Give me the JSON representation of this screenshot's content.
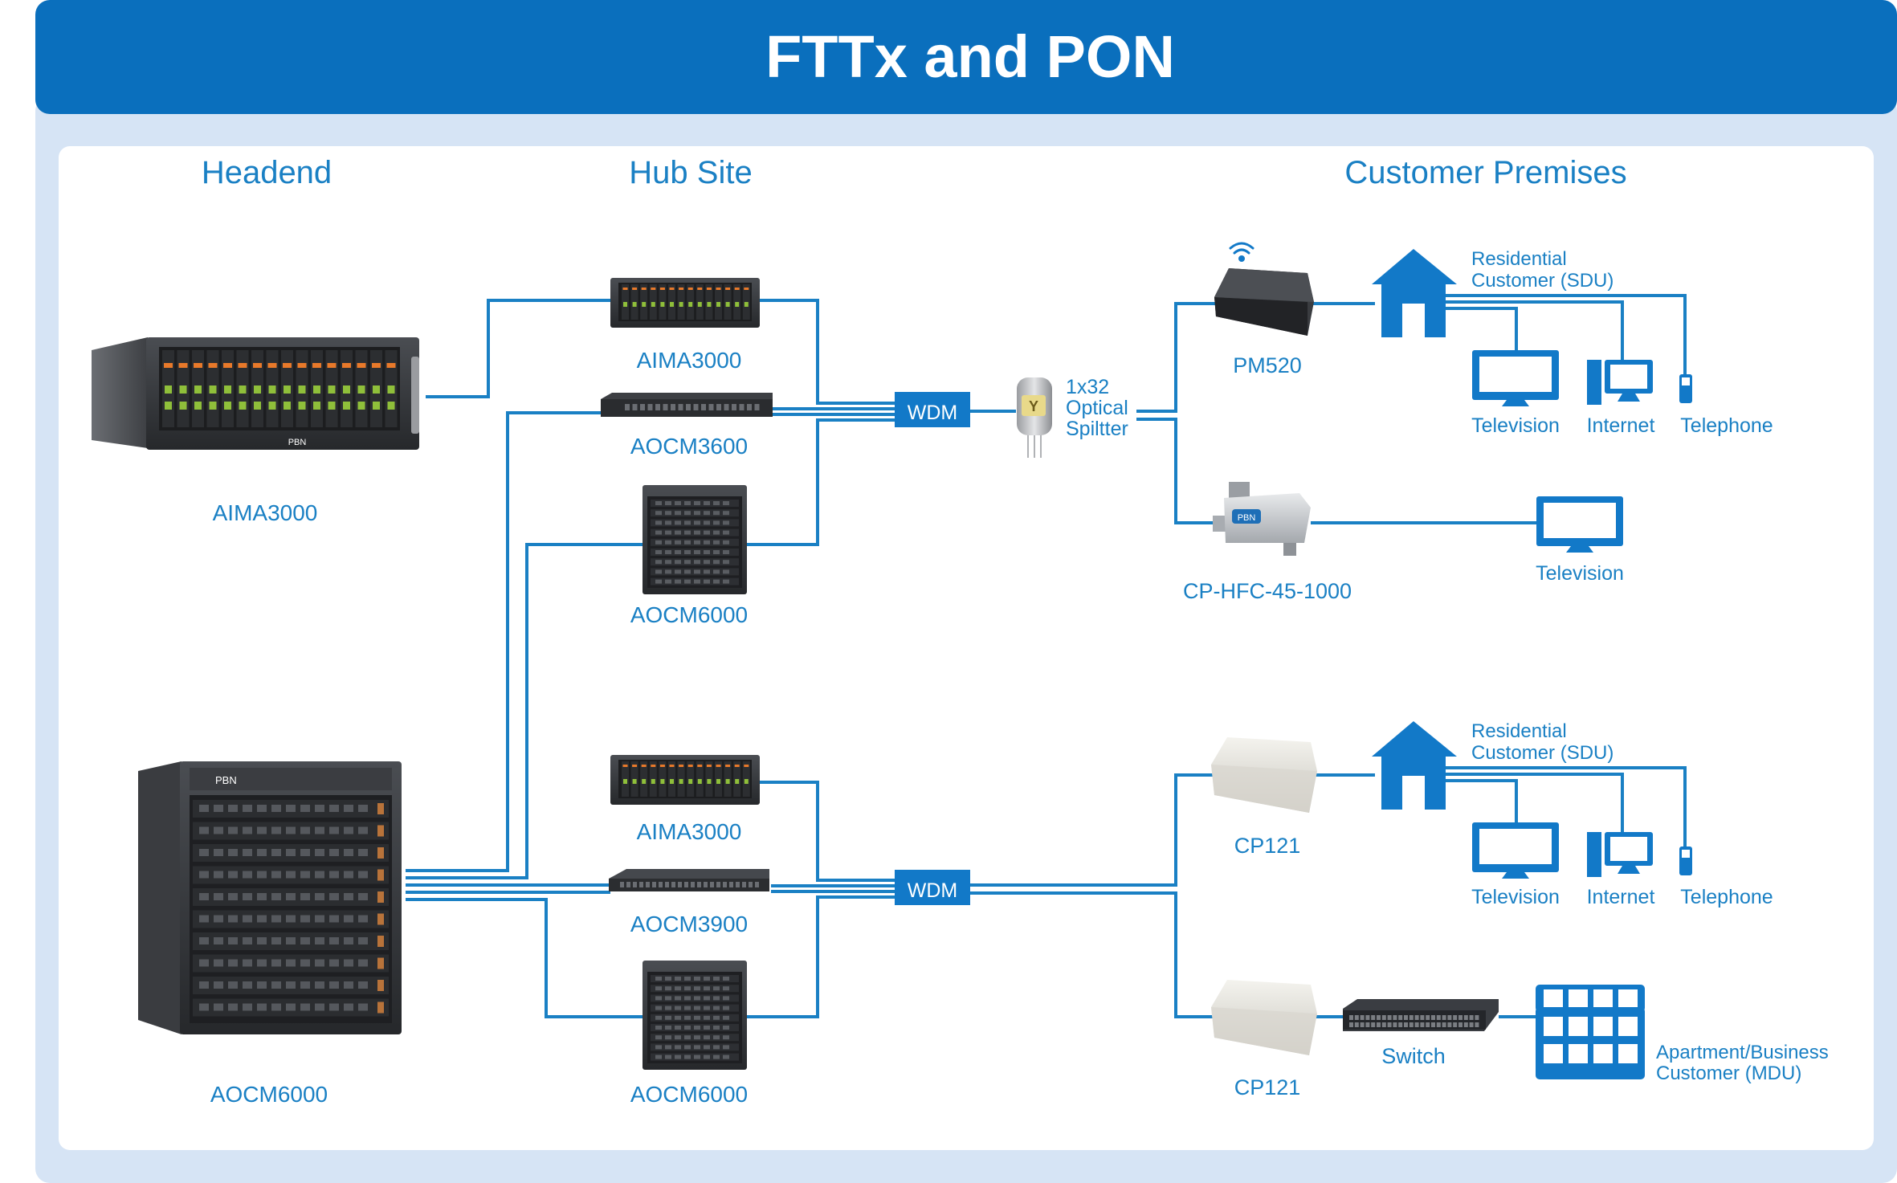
{
  "title": "FTTx and PON",
  "colors": {
    "banner": "#0a6fbd",
    "frame": "#d6e4f5",
    "line": "#1a80c4",
    "icon": "#1279c8",
    "label": "#1a80c4"
  },
  "columns": {
    "headend": "Headend",
    "hub_site": "Hub Site",
    "customer_premises": "Customer Premises"
  },
  "devices": {
    "headend_aima3000": "AIMA3000",
    "headend_aocm6000": "AOCM6000",
    "hub_aima3000_top": "AIMA3000",
    "hub_aocm3600": "AOCM3600",
    "hub_aocm6000_top": "AOCM6000",
    "hub_aima3000_bottom": "AIMA3000",
    "hub_aocm3900": "AOCM3900",
    "hub_aocm6000_bottom": "AOCM6000",
    "pm520": "PM520",
    "cp_hfc": "CP-HFC-45-1000",
    "cp121_top": "CP121",
    "cp121_bottom": "CP121",
    "switch": "Switch"
  },
  "wdm": {
    "top": "WDM",
    "bottom": "WDM"
  },
  "splitter": {
    "line1": "1x32",
    "line2": "Optical",
    "line3": "Spiltter",
    "badge": "Y"
  },
  "endpoints": {
    "sdu_top": {
      "line1": "Residential",
      "line2": "Customer (SDU)"
    },
    "sdu_bottom": {
      "line1": "Residential",
      "line2": "Customer (SDU)"
    },
    "television": "Television",
    "internet": "Internet",
    "telephone": "Telephone",
    "television_hfc": "Television",
    "mdu": {
      "line1": "Apartment/Business",
      "line2": "Customer (MDU)"
    }
  },
  "brand": "PBN"
}
